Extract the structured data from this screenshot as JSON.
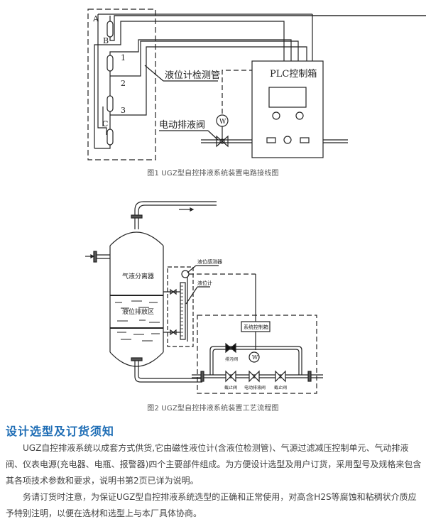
{
  "figure1": {
    "caption": "图1  UGZ型自控排液系统装置电路接线图",
    "labels": {
      "point_a": "A",
      "point_b": "B",
      "point_c": "C",
      "point_1": "1",
      "point_2": "2",
      "point_3": "3",
      "level_pipe": "液位计检测管",
      "electric_valve": "电动排液阀",
      "plc_box": "PLC控制箱",
      "motor": "W"
    }
  },
  "figure2": {
    "caption": "图2  UGZ型自控排液系统装置工艺流程图",
    "labels": {
      "separator": "气液分离器",
      "drain_zone": "液位排放区",
      "level_sensor": "液位感测器",
      "level_gauge": "液位计",
      "control_box": "系统控制箱",
      "bypass_valve": "排污阀",
      "stop_valve_left": "截止阀",
      "electric_valve": "电动排液阀",
      "stop_valve_right": "截止阀",
      "motor": "W"
    }
  },
  "section": {
    "heading": "设计选型及订货须知",
    "paragraph1": "UGZ自控排液系统以成套方式供货,它由磁性液位计(含液位检测管)、气源过滤减压控制单元、气动排液阀、仪表电源(充电器、电瓶、报警器)四个主要部件组成。为方便设计选型及用户订货，采用型号及规格来包含其各项技术参数和要求，说明书第2页已详为说明。",
    "paragraph2": "务请订货时注意，为保证UGZ型自控排液系统选型的正确和正常使用，对高含H2S等腐蚀和粘稠状介质应予特别注明，以便在选材和选型上与本厂具体协商。"
  },
  "colors": {
    "heading": "#1e6db5",
    "line": "#222222",
    "text": "#444444"
  }
}
